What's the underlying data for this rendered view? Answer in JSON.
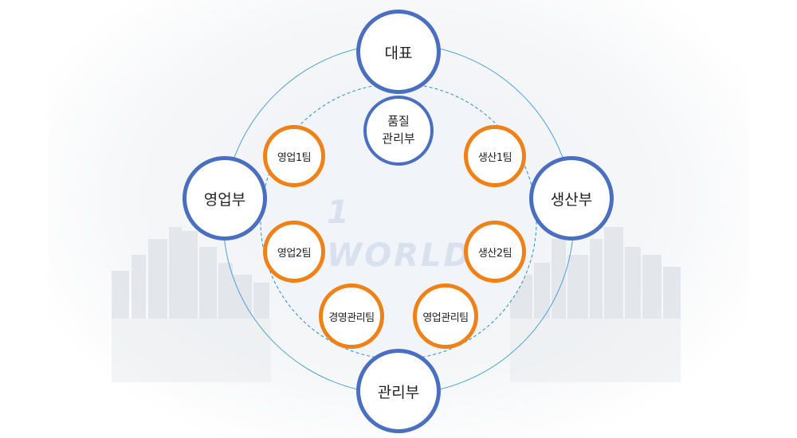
{
  "diagram": {
    "center_logo": "1 WORLD",
    "nodes": {
      "ceo": "대표",
      "sales_dept": "영업부",
      "production_dept": "생산부",
      "management_dept": "관리부",
      "quality_line1": "품질",
      "quality_line2": "관리부",
      "sales_team1": "영업1팀",
      "sales_team2": "영업2팀",
      "production_team1": "생산1팀",
      "production_team2": "생산2팀",
      "business_mgmt_team": "경영관리팀",
      "sales_mgmt_team": "영업관리팀"
    },
    "colors": {
      "department_border": "#4a6fc0",
      "team_border": "#f08117",
      "outer_ring": "#4aa3d6",
      "inner_ring": "#2b8fd0"
    }
  }
}
